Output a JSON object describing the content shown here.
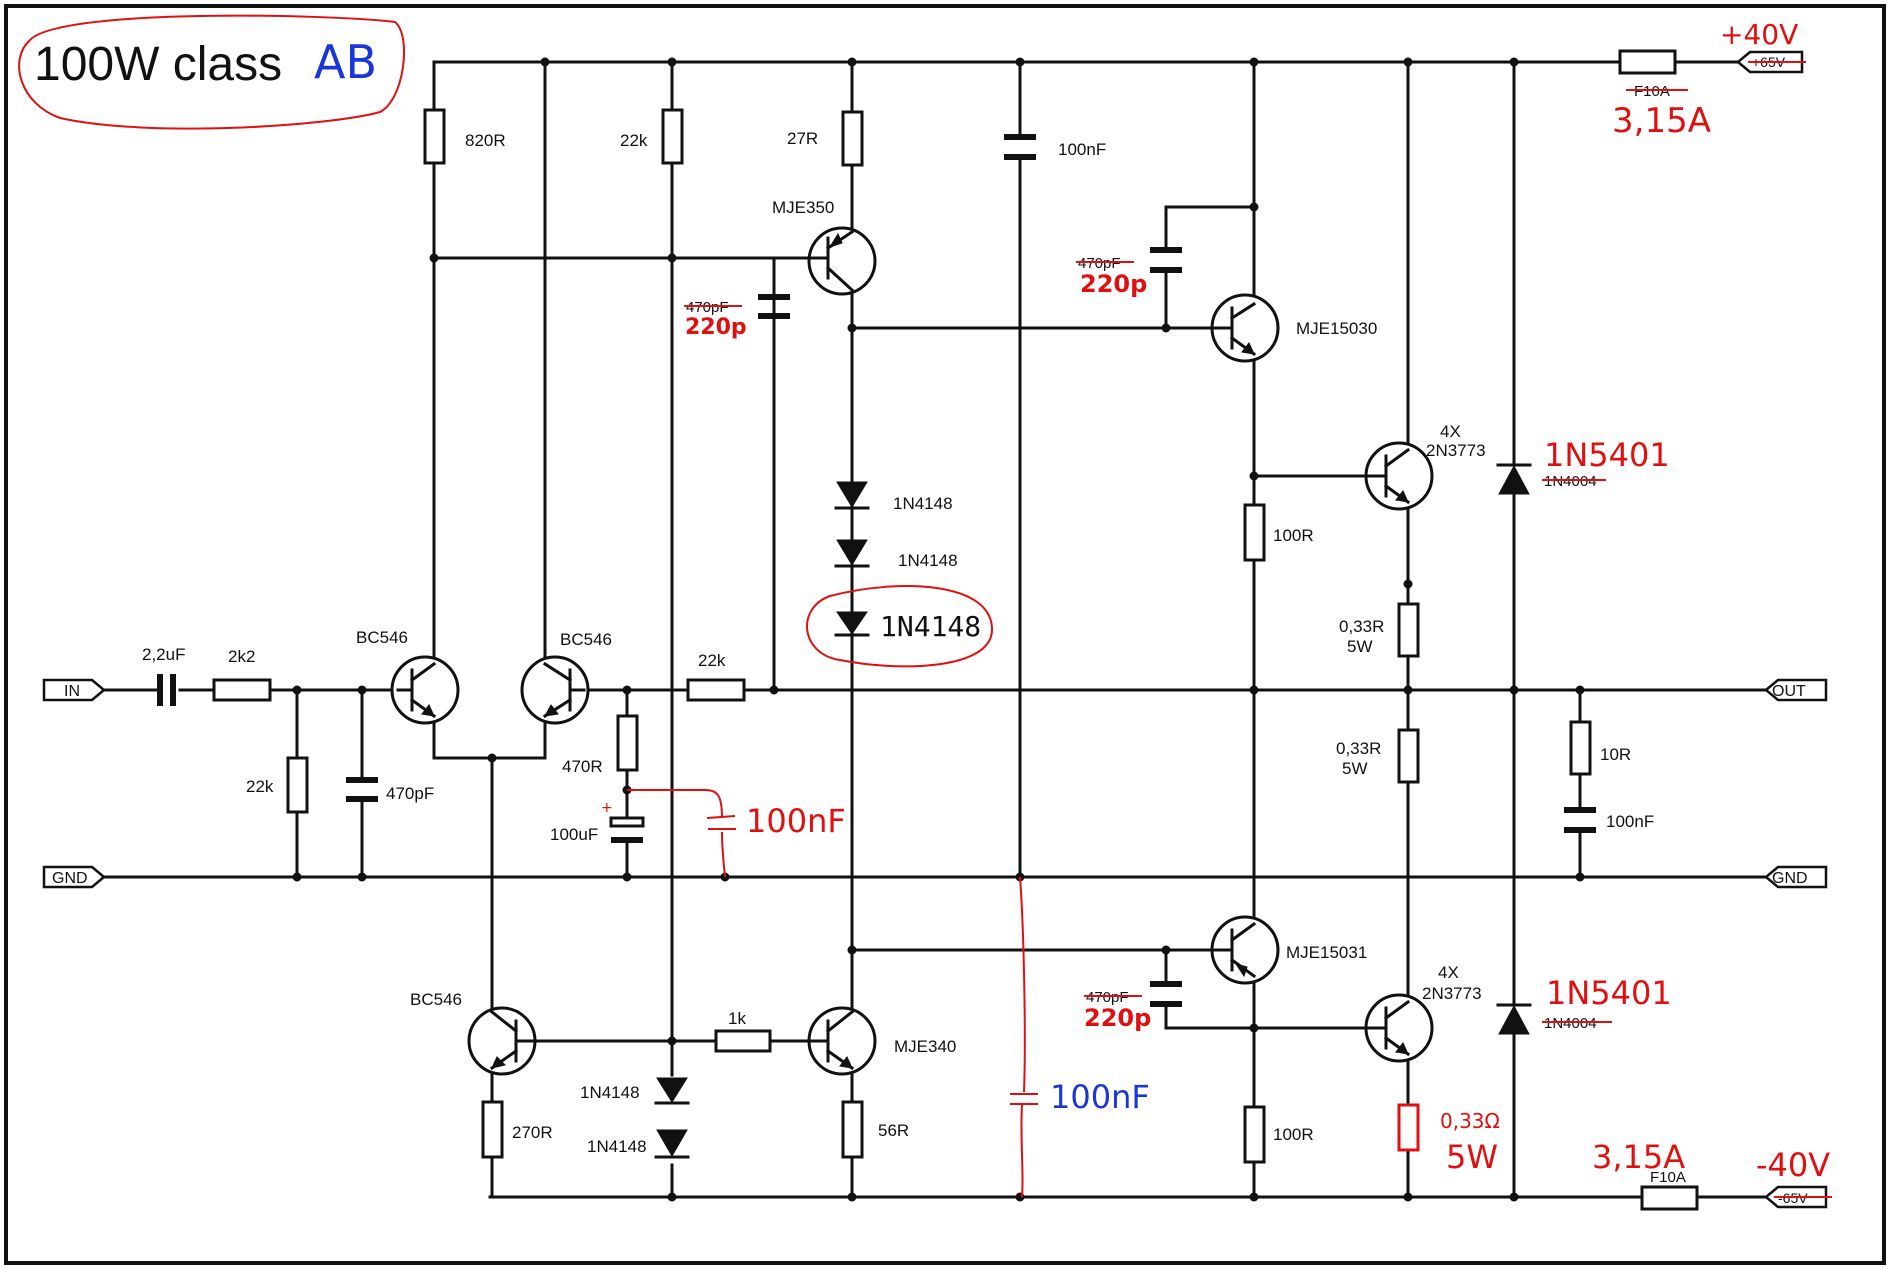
{
  "title": {
    "prefix": "100W class",
    "hand": "AB"
  },
  "ports": {
    "in": "IN",
    "gnd_left": "GND",
    "gnd_right": "GND",
    "out": "OUT",
    "vpos": "+65V",
    "vneg": "-65V"
  },
  "supply_notes": {
    "vpos_new": "+40V",
    "vneg_new": "-40V",
    "fuse_top": "F10A",
    "fuse_top_new": "3,15A",
    "fuse_bottom": "F10A",
    "fuse_bottom_new": "3,15A"
  },
  "components": {
    "c_in": "2,2uF",
    "r_in": "2k2",
    "r_gnd": "22k",
    "c_in_filter": "470pF",
    "q_ltp1": "BC546",
    "q_ltp2": "BC546",
    "r_fb": "22k",
    "r_fb_gnd": "470R",
    "c_fb": "100uF",
    "r_top1": "820R",
    "r_top2": "22k",
    "r_vas_top": "27R",
    "q_vas": "MJE350",
    "c_comp_old": "470pF",
    "c_comp_new": "220p",
    "d1": "1N4148",
    "d2": "1N4148",
    "d3_added": "1N4148",
    "c_rail": "100nF",
    "c_drv_old": "470pF",
    "c_drv_new": "220p",
    "q_drv_top": "MJE15030",
    "r_drv_top": "100R",
    "q_out_top_count": "4X",
    "q_out_top": "2N3773",
    "d_top_new": "1N5401",
    "d_top_old": "1N4004",
    "r_emit_top": "0,33R",
    "r_emit_top_p": "5W",
    "r_emit_bot": "0,33R",
    "r_emit_bot_p": "5W",
    "r_zobel": "10R",
    "c_zobel": "100nF",
    "c_fb_added": "100nF",
    "q_cs": "BC546",
    "r_cs": "270R",
    "r_vas_bias": "1k",
    "d_cs1": "1N4148",
    "d_cs2": "1N4148",
    "q_vas2": "MJE340",
    "r_vas2": "56R",
    "c_rail_added": "100nF",
    "c_drv2_old": "470pF",
    "c_drv2_new": "220p",
    "q_drv_bot": "MJE15031",
    "r_drv_bot": "100R",
    "q_out_bot_count": "4X",
    "q_out_bot": "2N3773",
    "d_bot_new": "1N5401",
    "d_bot_old": "1N4004",
    "r_emit_low": "0,33Ω",
    "r_emit_low_p": "5W"
  },
  "colors": {
    "ink": "#111111",
    "red_annotation": "#e01010",
    "blue_annotation": "#1a35d8"
  }
}
